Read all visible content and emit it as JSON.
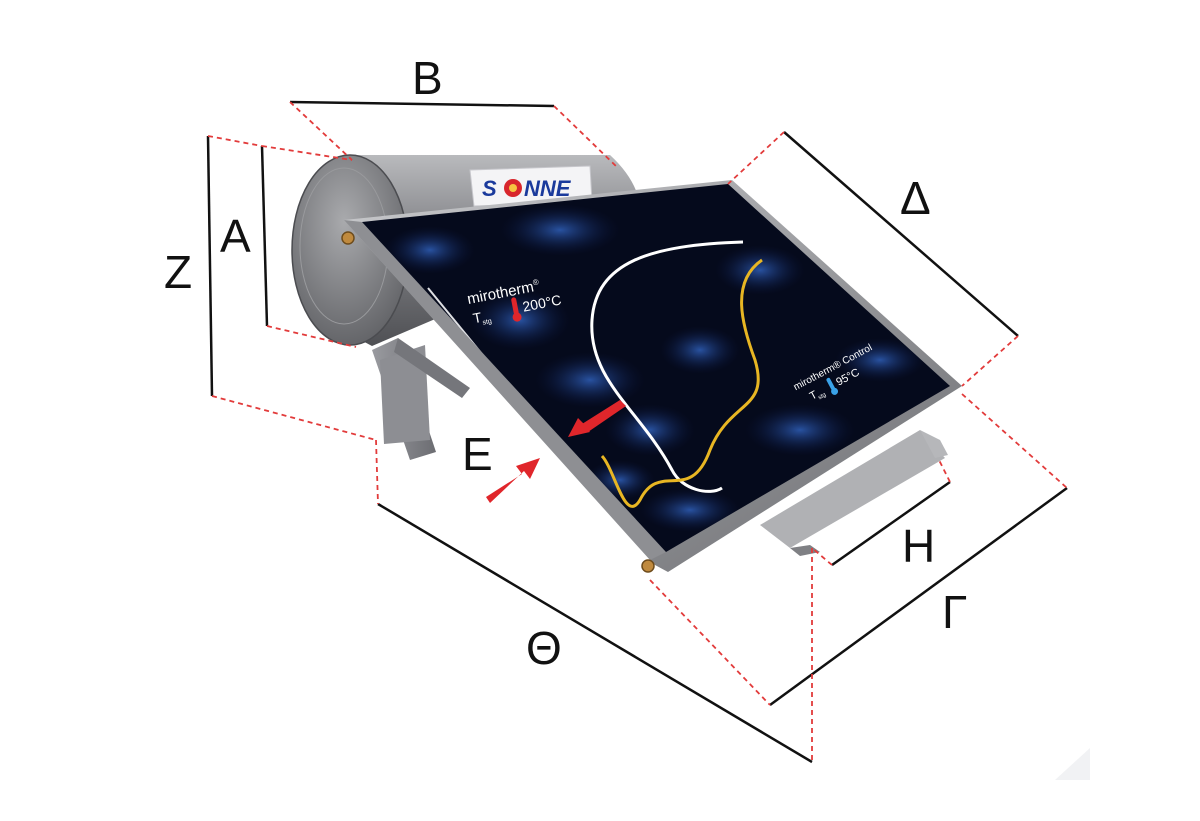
{
  "dimension_labels": {
    "A": "A",
    "B": "B",
    "Gamma": "Γ",
    "Delta": "Δ",
    "E": "Ε",
    "Z": "Z",
    "H": "H",
    "Theta": "Θ"
  },
  "brand": {
    "text_pre": "S",
    "text_post": "NNE"
  },
  "collector_logo_1": {
    "name": "mirotherm",
    "reg": "®",
    "temp_prefix": "T",
    "temp_sub": "stg",
    "temp_value": "200°C"
  },
  "collector_logo_2": {
    "name": "mirotherm® Control",
    "temp_prefix": "T",
    "temp_sub": "stg",
    "temp_value": "95°C"
  },
  "colors": {
    "dimension_line": "#111111",
    "projection_line": "#e23b3b",
    "arrow": "#e0262b",
    "tank": "#7f8084",
    "panel_glass": "#050a1c",
    "curve_white": "#ffffff",
    "curve_yellow": "#e8b623"
  }
}
